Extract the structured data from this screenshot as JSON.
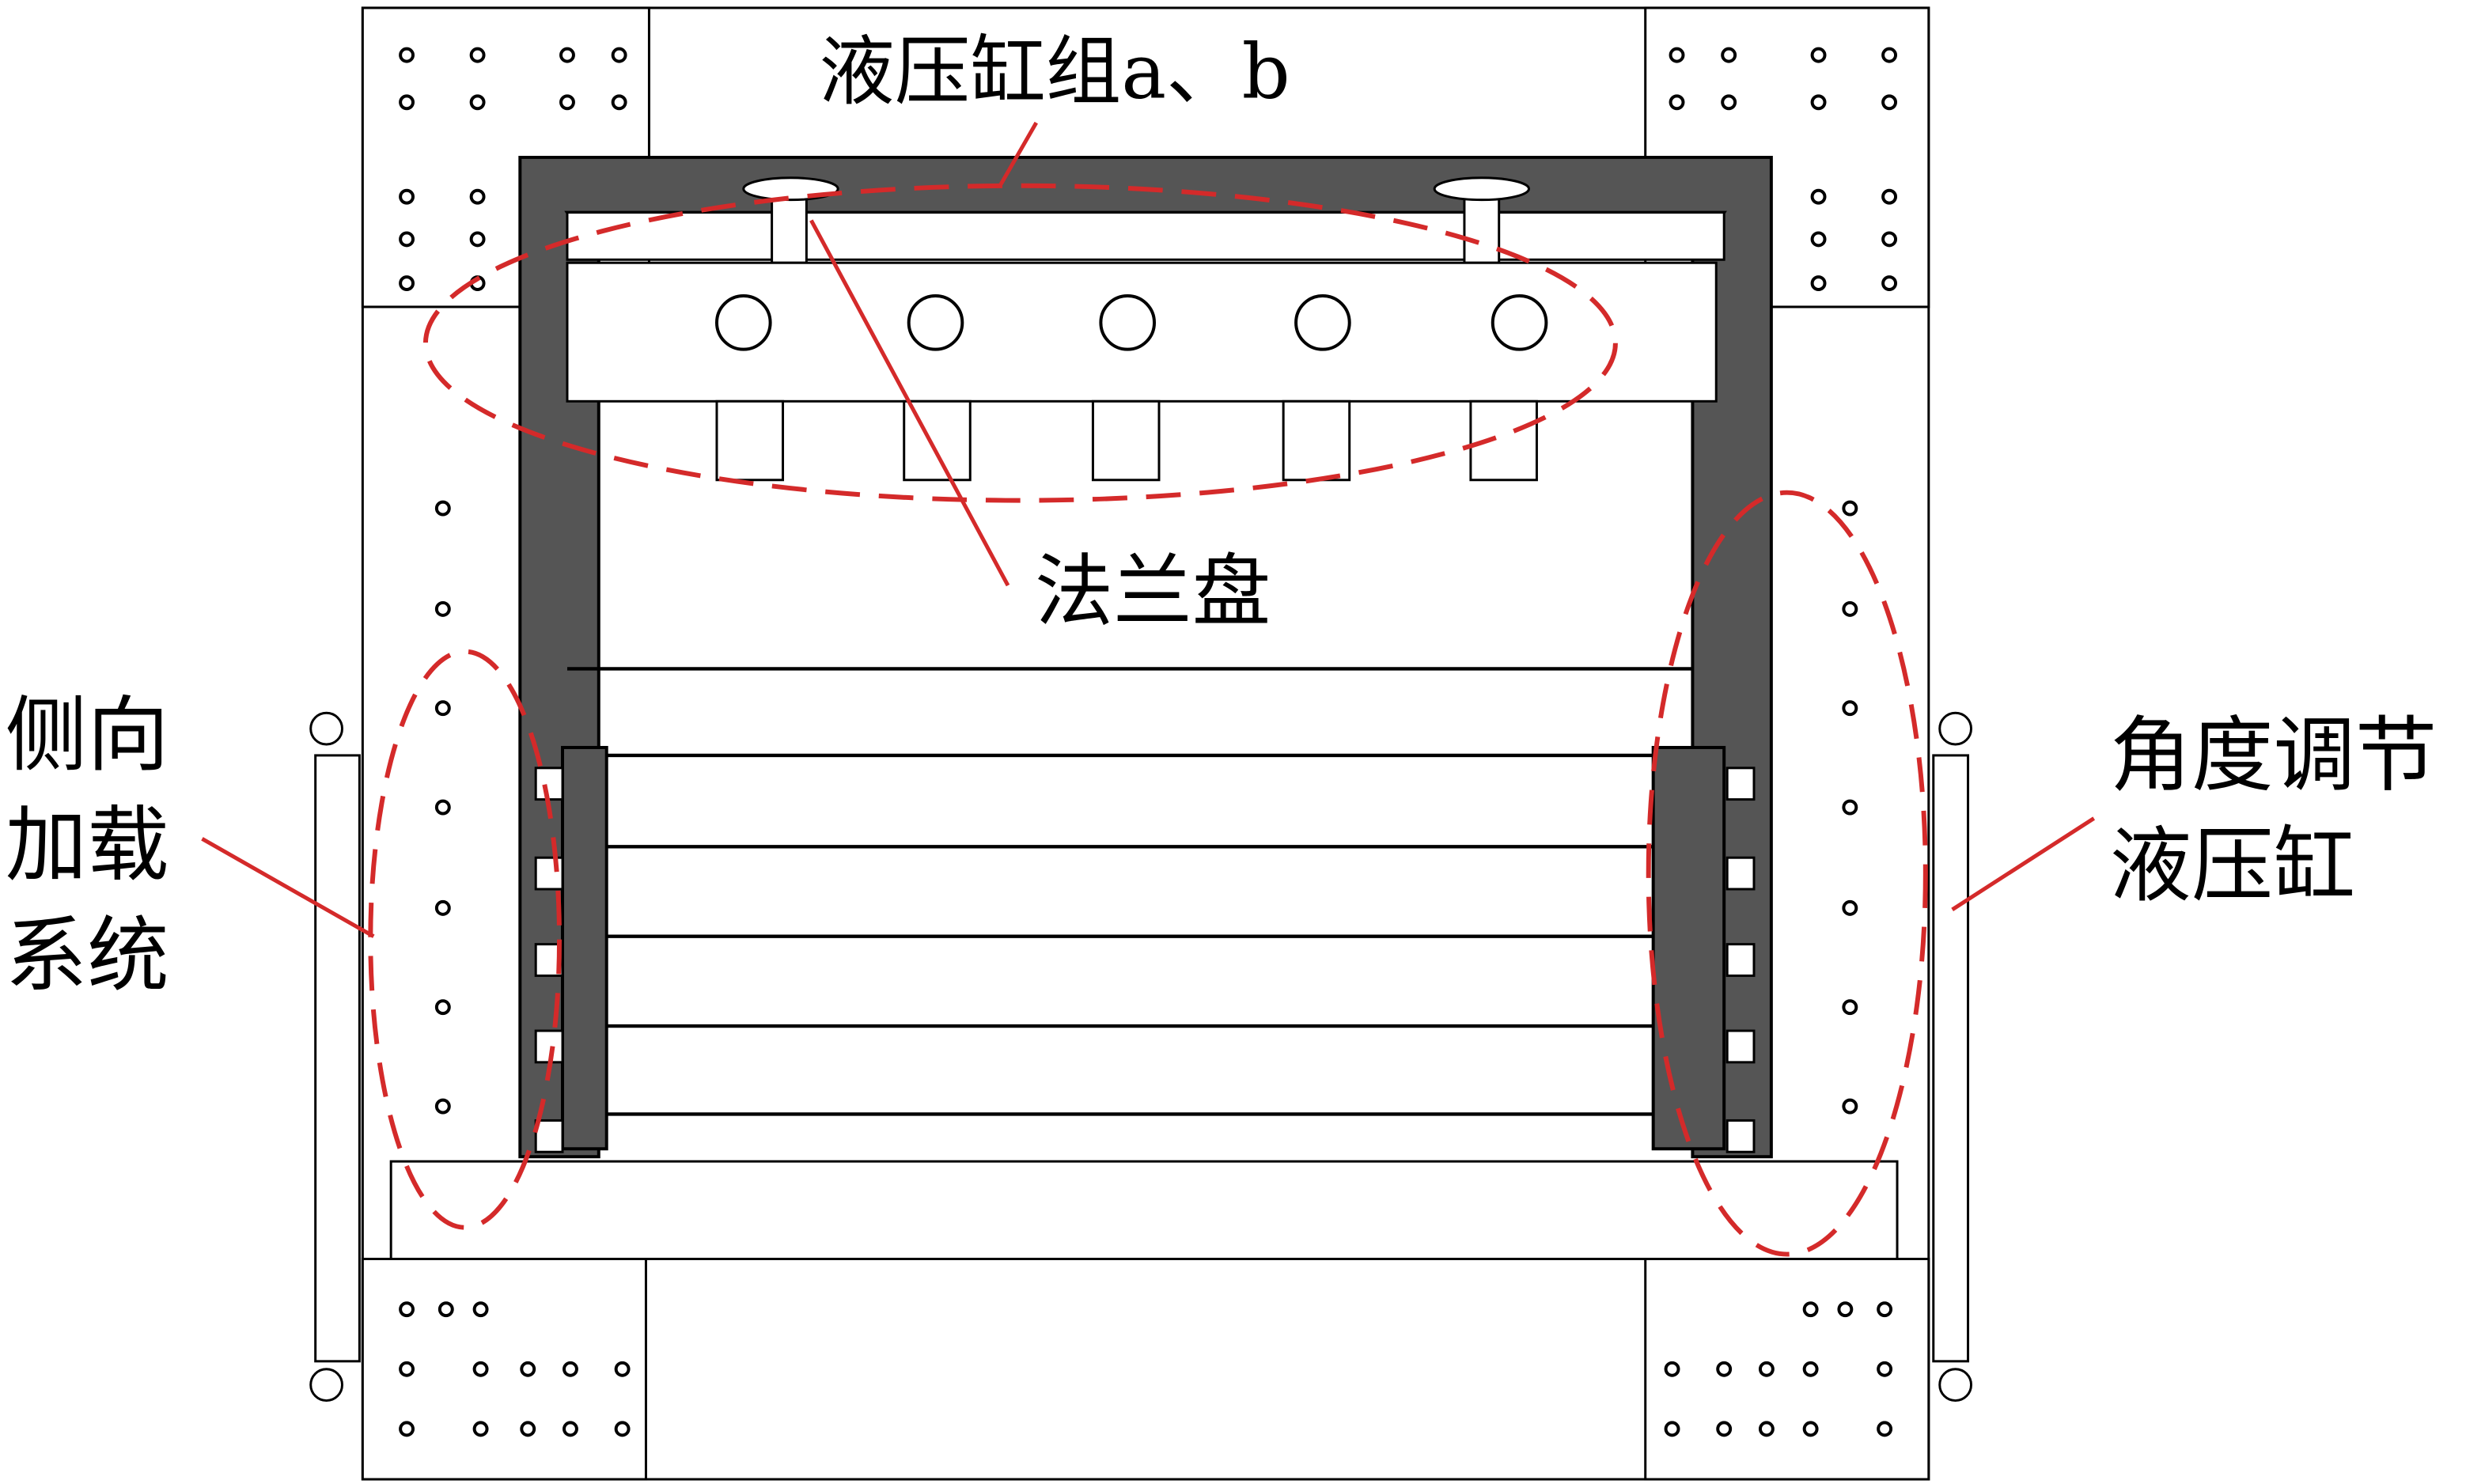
{
  "labels": {
    "cylinder_group": "液压缸组a、b",
    "flange": "法兰盘",
    "side_loading": [
      "侧向",
      "加载",
      "系统"
    ],
    "angle_cylinder": [
      "角度调节",
      "液压缸"
    ]
  },
  "colors": {
    "annotation": "#d42a2a",
    "frame_dark": "#555555"
  }
}
